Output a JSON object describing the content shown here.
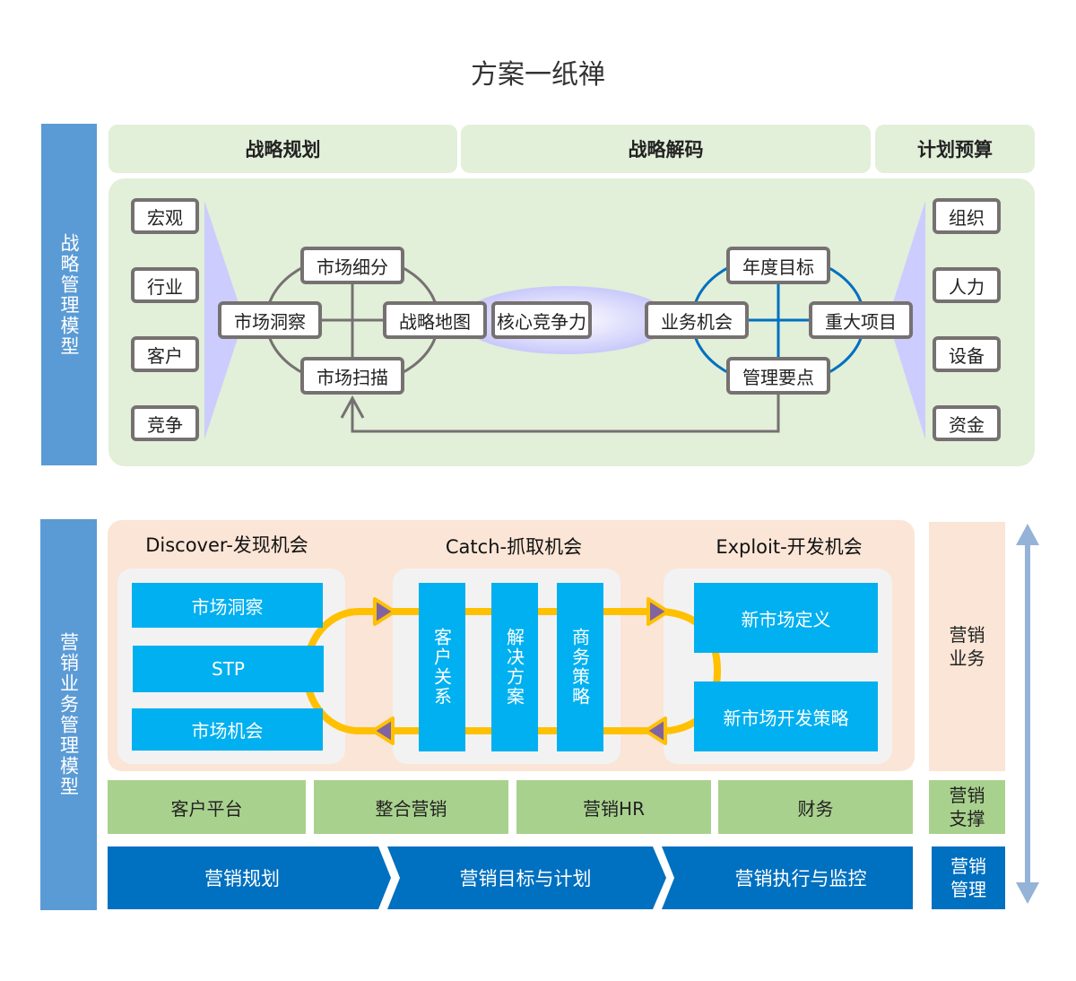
{
  "title": "方案一纸禅",
  "strategy": {
    "side_label": "战略管理模型",
    "headers": [
      "战略规划",
      "战略解码",
      "计划预算"
    ],
    "inputs": [
      "宏观",
      "行业",
      "客户",
      "竞争"
    ],
    "left_cycle": {
      "left": "市场洞察",
      "top": "市场细分",
      "right": "战略地图",
      "bottom": "市场扫描"
    },
    "core": "核心竞争力",
    "right_cycle": {
      "left": "业务机会",
      "top": "年度目标",
      "right": "重大项目",
      "bottom": "管理要点"
    },
    "outputs": [
      "组织",
      "人力",
      "设备",
      "资金"
    ],
    "colors": {
      "left_cycle": "#767171",
      "right_cycle": "#0070c0"
    }
  },
  "marketing": {
    "side_label": "营销业务管理模型",
    "stages": [
      {
        "title": "Discover-发现机会",
        "items": [
          "市场洞察",
          "STP",
          "市场机会"
        ]
      },
      {
        "title": "Catch-抓取机会",
        "items": [
          "客户关系",
          "解决方案",
          "商务策略"
        ]
      },
      {
        "title": "Exploit-开发机会",
        "items": [
          "新市场定义",
          "新市场开发策略"
        ]
      }
    ],
    "support": [
      "客户平台",
      "整合营销",
      "营销HR",
      "财务"
    ],
    "management": [
      "营销规划",
      "营销目标与计划",
      "营销执行与监控"
    ],
    "side_labels": {
      "business": "营销\n业务",
      "support": "营销\n支撑",
      "management": "营销\n管理"
    },
    "colors": {
      "flow": "#ffc000",
      "arrowhead": "#8064a2",
      "box": "#00b0f0",
      "management": "#0070c0"
    }
  }
}
